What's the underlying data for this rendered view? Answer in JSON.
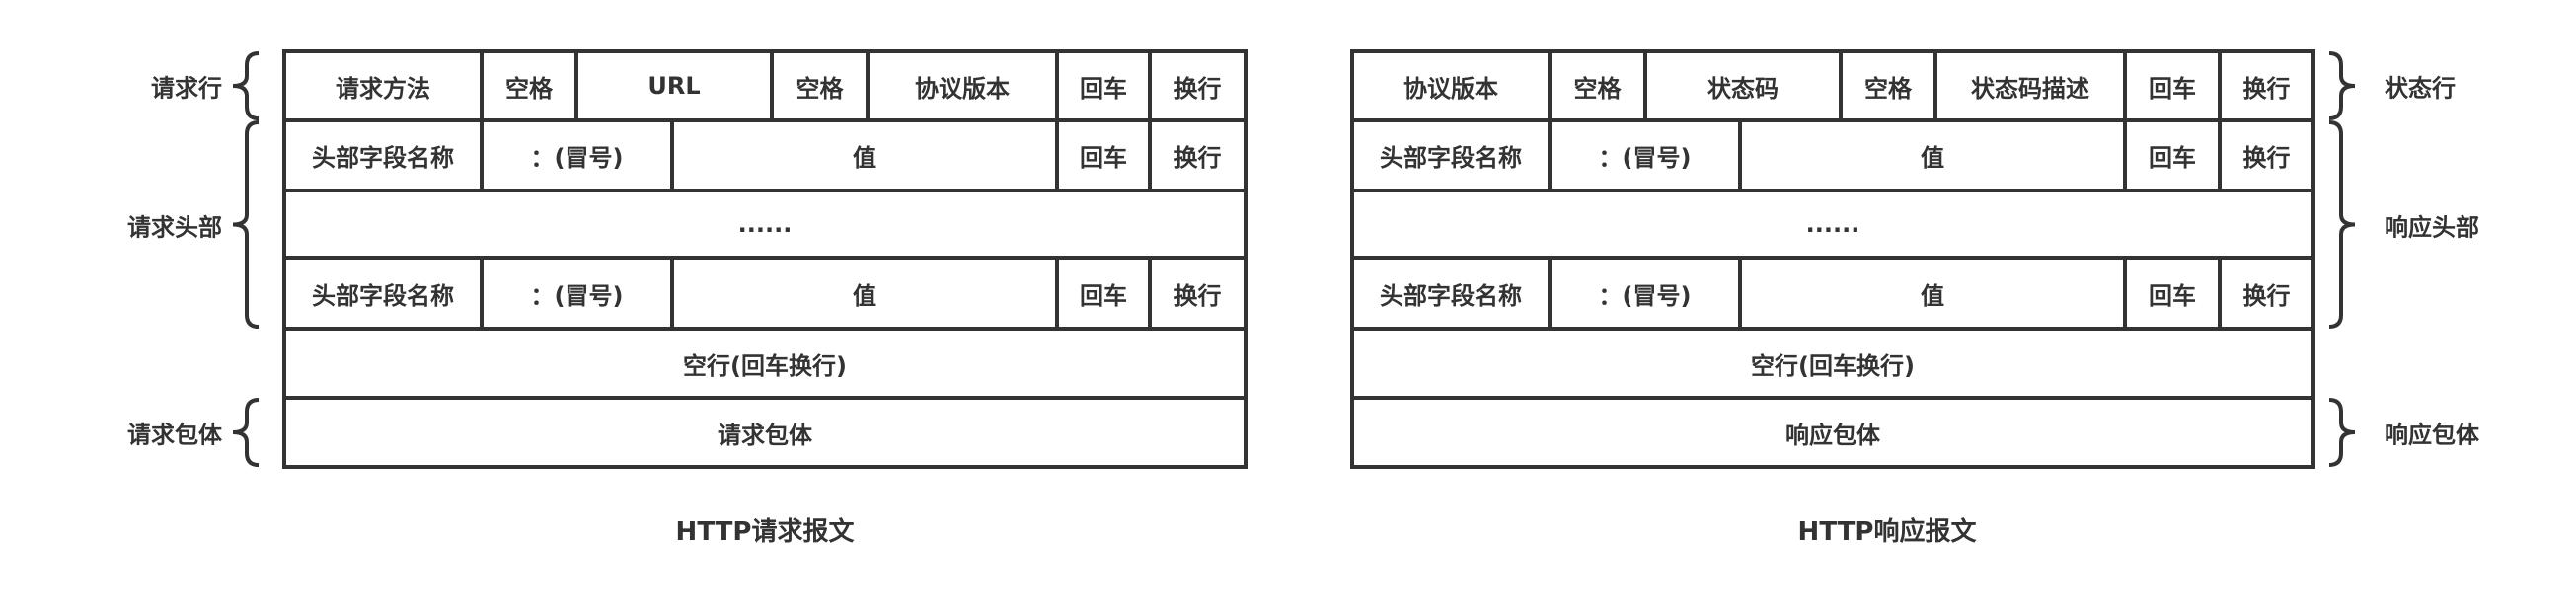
{
  "request": {
    "title": "HTTP请求报文",
    "rows": [
      [
        "请求方法",
        "空格",
        "URL",
        "空格",
        "协议版本",
        "回车",
        "换行"
      ],
      [
        "头部字段名称",
        "：(冒号)",
        "值",
        "回车",
        "换行"
      ],
      [
        "......"
      ],
      [
        "头部字段名称",
        "：(冒号)",
        "值",
        "回车",
        "换行"
      ],
      [
        "空行(回车换行)"
      ],
      [
        "请求包体"
      ]
    ],
    "labels": [
      "请求行",
      "请求头部",
      "请求包体"
    ]
  },
  "response": {
    "title": "HTTP响应报文",
    "rows": [
      [
        "协议版本",
        "空格",
        "状态码",
        "空格",
        "状态码描述",
        "回车",
        "换行"
      ],
      [
        "头部字段名称",
        "：(冒号)",
        "值",
        "回车",
        "换行"
      ],
      [
        "......"
      ],
      [
        "头部字段名称",
        "：(冒号)",
        "值",
        "回车",
        "换行"
      ],
      [
        "空行(回车换行)"
      ],
      [
        "响应包体"
      ]
    ],
    "labels": [
      "状态行",
      "响应头部",
      "响应包体"
    ]
  },
  "colors": {
    "line": "#333333",
    "background": "#ffffff"
  }
}
